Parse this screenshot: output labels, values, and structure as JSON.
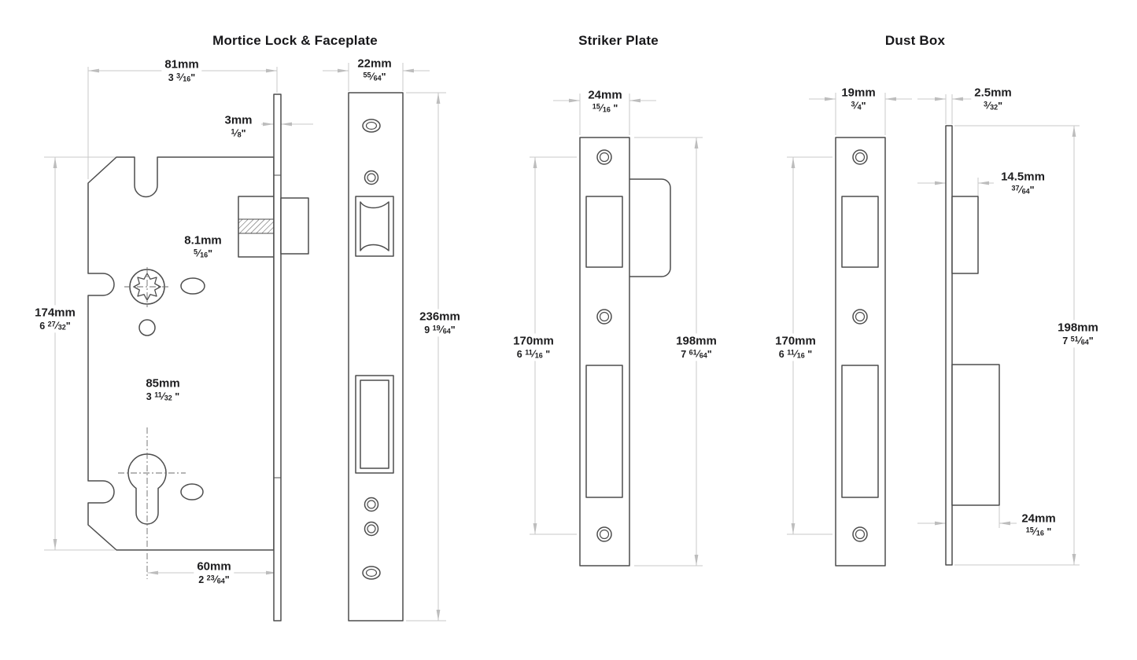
{
  "titles": {
    "lock": "Mortice Lock & Faceplate",
    "striker": "Striker Plate",
    "dustbox": "Dust Box"
  },
  "dims": {
    "lock_width": {
      "mm": "81mm",
      "in": "3 3/16\""
    },
    "faceplate_width": {
      "mm": "22mm",
      "in": "55/64\""
    },
    "faceplate_thickness": {
      "mm": "3mm",
      "in": "1/8\""
    },
    "case_height": {
      "mm": "174mm",
      "in": "6 27/32\""
    },
    "spindle": {
      "mm": "8.1mm",
      "in": "5/16\""
    },
    "centres": {
      "mm": "85mm",
      "in": "3 11/32 \""
    },
    "backset": {
      "mm": "60mm",
      "in": "2 23/64\""
    },
    "faceplate_height": {
      "mm": "236mm",
      "in": "9 19/64\""
    },
    "striker_width": {
      "mm": "24mm",
      "in": "15/16 \""
    },
    "striker_centres": {
      "mm": "170mm",
      "in": "6 11/16 \""
    },
    "striker_height": {
      "mm": "198mm",
      "in": "7 61/64\""
    },
    "dust_width": {
      "mm": "19mm",
      "in": "3/4\""
    },
    "dust_thickness": {
      "mm": "2.5mm",
      "in": "3/32\""
    },
    "dust_latch_depth": {
      "mm": "14.5mm",
      "in": "37/64\""
    },
    "dust_centres": {
      "mm": "170mm",
      "in": "6 11/16 \""
    },
    "dust_height": {
      "mm": "198mm",
      "in": "7 51/64\""
    },
    "dust_bolt_depth": {
      "mm": "24mm",
      "in": "15/16 \""
    }
  },
  "colors": {
    "outline": "#4d4d4d",
    "dimension_line": "#c8c8c8",
    "arrow": "#bdbdbd",
    "centerline": "#6b6b6b",
    "text": "#1d1d1f",
    "background": "#ffffff"
  }
}
